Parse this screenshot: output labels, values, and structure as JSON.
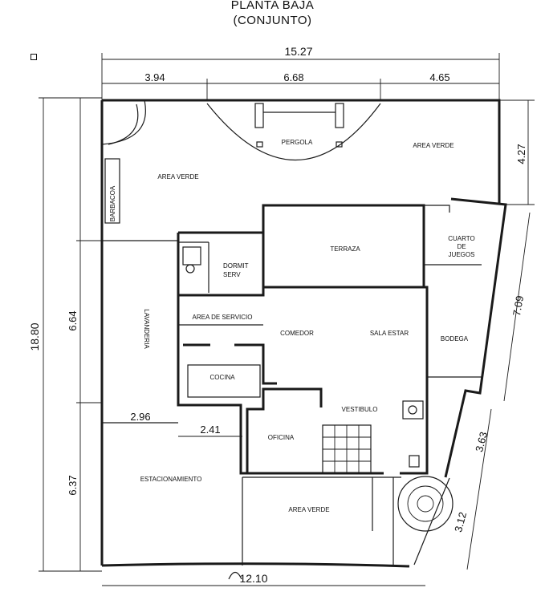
{
  "title": {
    "line1": "PLANTA BAJA",
    "line2": "(CONJUNTO)"
  },
  "rooms": {
    "pergola": "PERGOLA",
    "area_verde_top_right": "AREA VERDE",
    "area_verde_top_left": "AREA VERDE",
    "barbacoa": "BARBACOA",
    "terraza": "TERRAZA",
    "cuarto_de_juegos": [
      "CUARTO",
      "DE",
      "JUEGOS"
    ],
    "dormit_serv": [
      "DORMIT",
      "SERV"
    ],
    "area_de_servicio": "AREA DE SERVICIO",
    "lavanderia": "LAVANDERIA",
    "comedor": "COMEDOR",
    "sala_estar": "SALA ESTAR",
    "bodega": "BODEGA",
    "cocina": "COCINA",
    "vestibulo": "VESTIBULO",
    "oficina": "OFICINA",
    "estacionamiento": "ESTACIONAMIENTO",
    "area_verde_bottom": "AREA VERDE"
  },
  "dimensions": {
    "total_width": "15.27",
    "top_left": "3.94",
    "top_mid": "6.68",
    "top_right": "4.65",
    "right_top": "4.27",
    "right_diag": "7.09",
    "right_low": "3.63",
    "right_bottom": "3.12",
    "total_height": "18.80",
    "left_mid": "6.64",
    "left_low": "6.37",
    "inner_a": "2.96",
    "inner_b": "2.41",
    "bottom_width": "12.10"
  }
}
